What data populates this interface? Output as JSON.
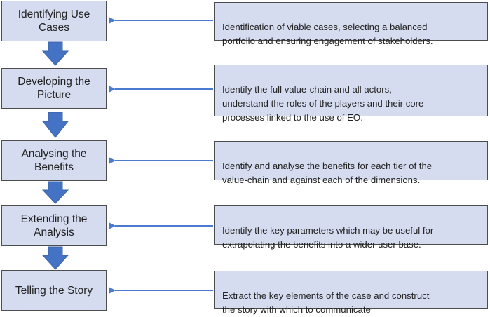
{
  "steps": [
    {
      "title": "Identifying Use\nCases",
      "description": "Identification of viable cases, selecting a balanced\nportfolio and ensuring engagement of stakeholders."
    },
    {
      "title": "Developing the\nPicture",
      "description": "Identify the full value-chain and all actors,\nunderstand the roles of the players and their  core\nprocesses linked to the use of EO."
    },
    {
      "title": "Analysing the\nBenefits",
      "description": "Identify and analyse the benefits for each tier of the\nvalue-chain and against each of the dimensions."
    },
    {
      "title": "Extending the\nAnalysis",
      "description": "Identify the key parameters which may be useful for\nextrapolating the benefits into a wider user base."
    },
    {
      "title": "Telling the Story",
      "description": "Extract the key elements of the case and construct\nthe story with which to communicate"
    }
  ],
  "colors": {
    "box_fill": "#d6dcef",
    "box_border": "#4d4d4d",
    "arrow_fill": "#4472c4",
    "connector": "#4a7bd0"
  }
}
